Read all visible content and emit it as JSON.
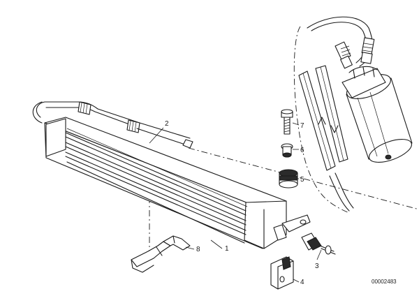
{
  "diagram": {
    "callouts": {
      "p1": "1",
      "p2": "2",
      "p3": "3",
      "p4": "4",
      "p5": "5",
      "p6": "6",
      "p7": "7",
      "p8": "8"
    },
    "reference_code": "00002483"
  }
}
